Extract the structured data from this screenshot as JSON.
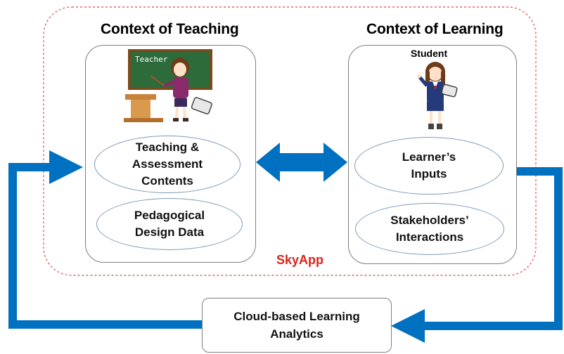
{
  "context_teaching": {
    "title": "Context of Teaching",
    "board_text": "Teacher",
    "ellipse_1_line1": "Teaching &",
    "ellipse_1_line2": "Assessment",
    "ellipse_1_line3": "Contents",
    "ellipse_2_line1": "Pedagogical",
    "ellipse_2_line2": "Design Data"
  },
  "context_learning": {
    "title": "Context of Learning",
    "student_label": "Student",
    "ellipse_1_line1": "Learner’s",
    "ellipse_1_line2": "Inputs",
    "ellipse_2_line1": "Stakeholders’",
    "ellipse_2_line2": "Interactions"
  },
  "skyapp_label": "SkyApp",
  "analytics": {
    "line1": "Cloud-based Learning",
    "line2": "Analytics"
  },
  "colors": {
    "arrow_blue": "#0070c0",
    "dashed_red": "#e06666",
    "skyapp_red": "#d9241c"
  }
}
